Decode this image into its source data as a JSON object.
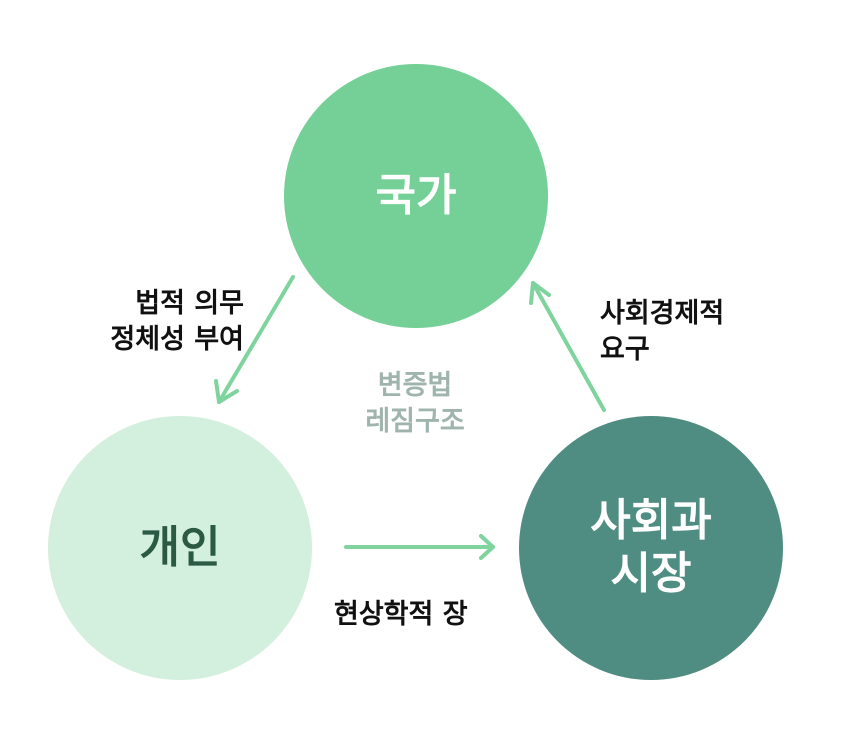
{
  "nodes": {
    "state": "국가",
    "individual": "개인",
    "society_market": "사회과\n시장"
  },
  "edges": {
    "state_to_individual": "법적 의무\n정체성 부여",
    "individual_to_society": "현상학적 장",
    "society_to_state": "사회경제적\n요구"
  },
  "center": "변증법\n레짐구조",
  "colors": {
    "state": "#74d096",
    "individual": "#d3efdd",
    "society_market": "#4f8d83",
    "arrow": "#7fd49e",
    "center_text": "#9fb4ac"
  }
}
